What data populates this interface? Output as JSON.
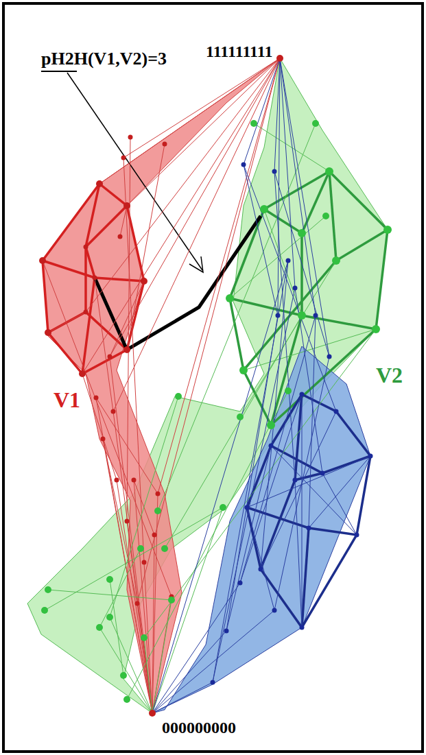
{
  "diagram": {
    "labels": [
      "111111111",
      "pH2H(V1,V2)=3",
      "V1",
      "V2",
      "000000000"
    ]
  }
}
